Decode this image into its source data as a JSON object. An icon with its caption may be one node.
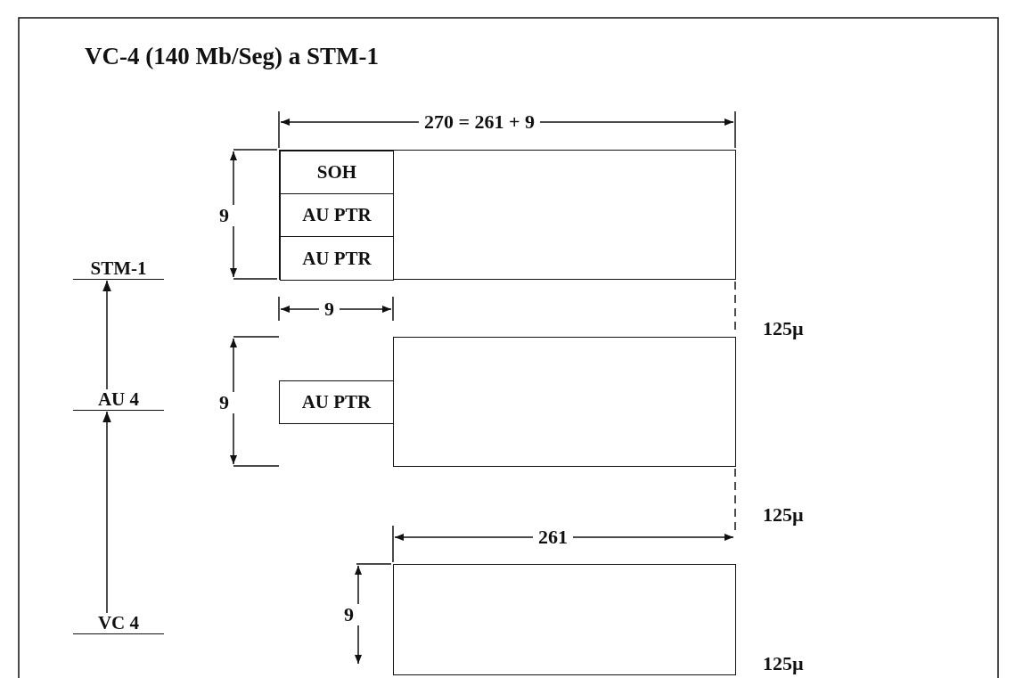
{
  "diagram": {
    "title": "VC-4 (140 Mb/Seg) a STM-1",
    "nodes": [
      {
        "text": [
          "STM-1"
        ]
      },
      {
        "text": [
          "AU 4"
        ]
      },
      {
        "text": [
          "VC 4"
        ]
      },
      {
        "text": [],
        "shape": "box"
      },
      {
        "text": [
          "SOH"
        ],
        "in": 3
      },
      {
        "text": [
          "AU PTR"
        ],
        "in": 3
      },
      {
        "text": [
          "AU PTR"
        ],
        "in": 3
      },
      {
        "text": [],
        "shape": "box"
      },
      {
        "text": [
          "AU PTR"
        ]
      },
      {
        "text": [],
        "shape": "box"
      }
    ],
    "edges": [
      {
        "from": 1,
        "to": 0,
        "arrow": "to"
      },
      {
        "from": 2,
        "to": 1,
        "arrow": "to"
      }
    ],
    "labels": [
      "270 = 261 + 9",
      "9",
      "9",
      "125µ",
      "9",
      "125µ",
      "261",
      "9",
      "125µ"
    ]
  }
}
